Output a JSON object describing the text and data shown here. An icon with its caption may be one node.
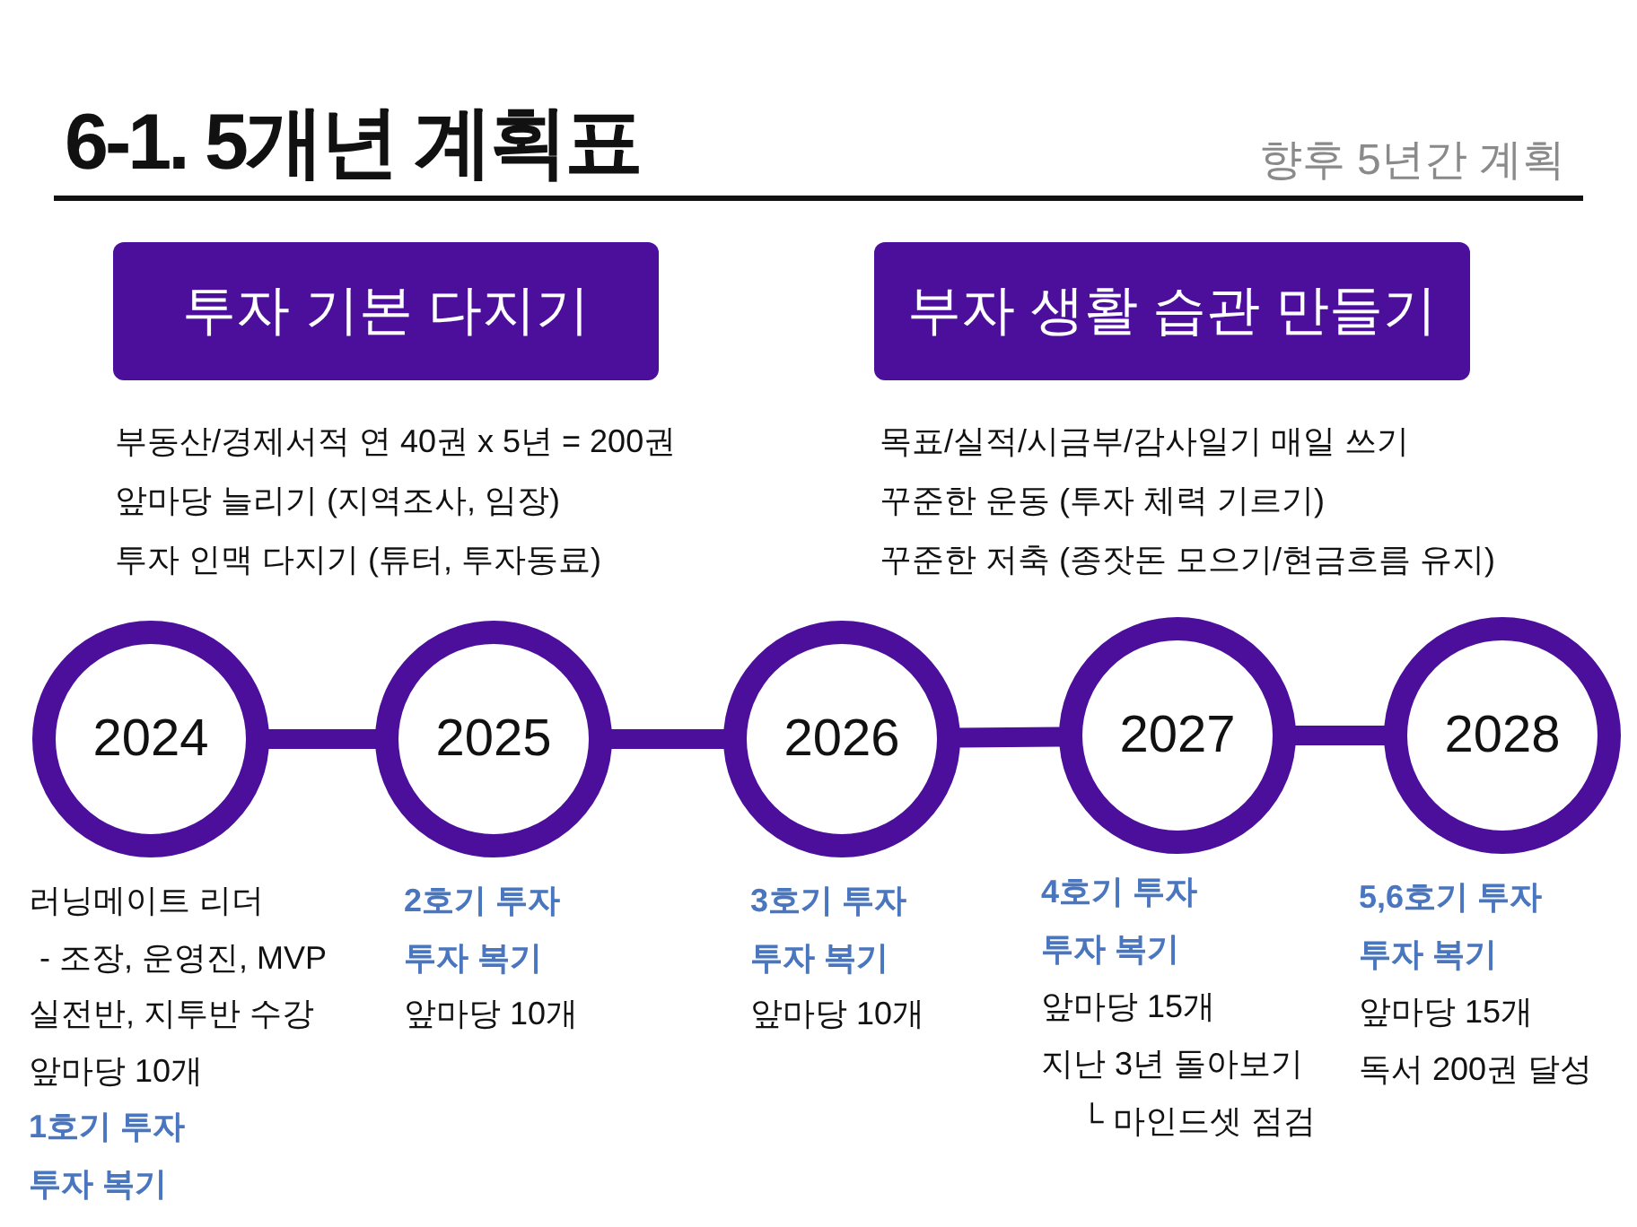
{
  "diagram": {
    "title": "6-1. 5개년 계획표",
    "nodes": [
      {
        "text": [
          "투자 기본 다지기"
        ],
        "beside": [
          "부동산/경제서적 연 40권 x 5년 = 200권",
          "앞마당 늘리기 (지역조사, 임장)",
          "투자 인맥 다지기 (튜터, 투자동료)"
        ]
      },
      {
        "text": [
          "부자 생활 습관 만들기"
        ],
        "beside": [
          "목표/실적/시금부/감사일기 매일 쓰기",
          "꾸준한 운동 (투자 체력 기르기)",
          "꾸준한 저축 (종잣돈 모으기/현금흐름 유지)"
        ]
      },
      {
        "text": [
          "2024"
        ],
        "beside": [
          "러닝메이트 리더",
          "- 조장, 운영진, MVP",
          "실전반, 지투반 수강",
          "앞마당 10개",
          "1호기 투자",
          "투자 복기"
        ]
      },
      {
        "text": [
          "2025"
        ],
        "beside": [
          "2호기 투자",
          "투자 복기",
          "앞마당 10개"
        ]
      },
      {
        "text": [
          "2026"
        ],
        "beside": [
          "3호기 투자",
          "투자 복기",
          "앞마당 10개"
        ]
      },
      {
        "text": [
          "2027"
        ],
        "beside": [
          "4호기 투자",
          "투자 복기",
          "앞마당 15개",
          "지난 3년 돌아보기",
          "└ 마인드셋 점검"
        ]
      },
      {
        "text": [
          "2028"
        ],
        "beside": [
          "5,6호기 투자",
          "투자 복기",
          "앞마당 15개",
          "독서 200권 달성"
        ]
      }
    ],
    "edges": [
      {
        "from": 2,
        "to": 3,
        "arrow": "none"
      },
      {
        "from": 3,
        "to": 4,
        "arrow": "none"
      },
      {
        "from": 4,
        "to": 5,
        "arrow": "none"
      },
      {
        "from": 5,
        "to": 6,
        "arrow": "none"
      }
    ],
    "labels": [
      "향후 5년간 계획"
    ]
  }
}
